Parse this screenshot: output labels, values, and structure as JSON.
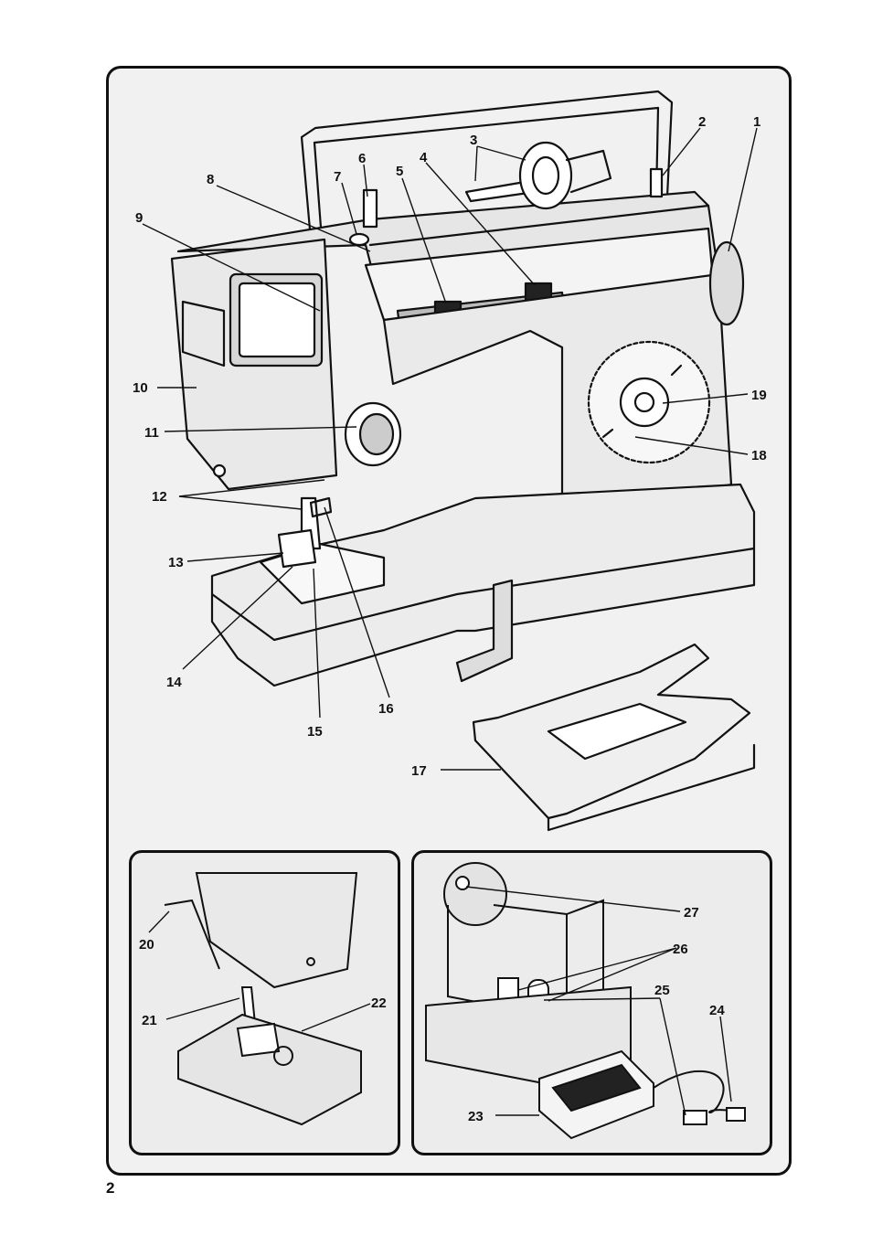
{
  "page_number": "2",
  "callouts": [
    "1",
    "2",
    "3",
    "4",
    "5",
    "6",
    "7",
    "8",
    "9",
    "10",
    "11",
    "12",
    "13",
    "14",
    "15",
    "16",
    "17",
    "18",
    "19",
    "20",
    "21",
    "22",
    "23",
    "24",
    "25",
    "26",
    "27"
  ]
}
